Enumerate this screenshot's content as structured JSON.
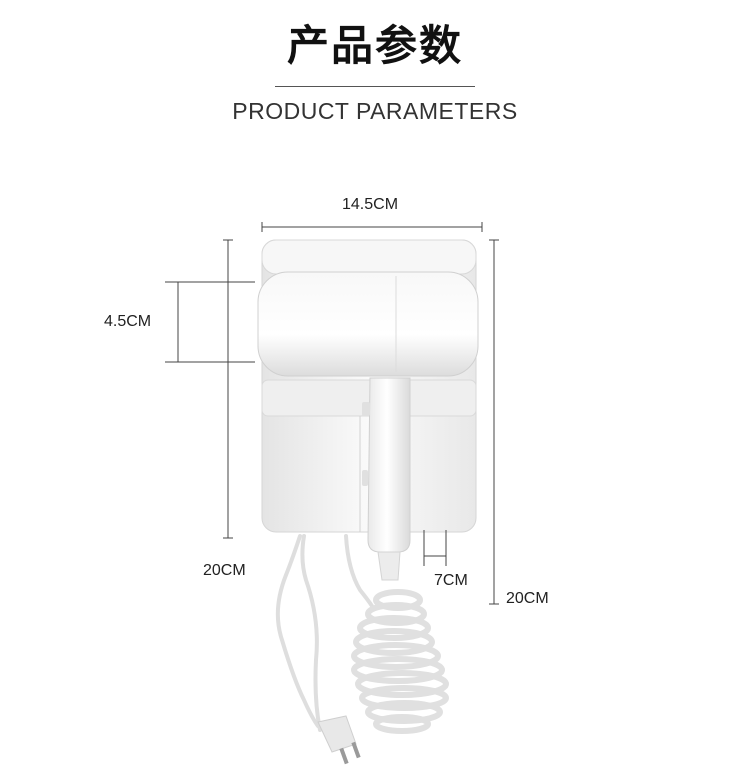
{
  "header": {
    "title_cn": "产品参数",
    "title_en": "PRODUCT PARAMETERS"
  },
  "dimensions": {
    "width_top": "14.5CM",
    "barrel_height": "4.5CM",
    "body_height_left": "20CM",
    "handle_width": "7CM",
    "total_height_right": "20CM"
  },
  "product": {
    "name_icon": "wall-mounted-hair-dryer",
    "body_color": "#f3f3f3",
    "cord_color": "#e6e6e6"
  }
}
